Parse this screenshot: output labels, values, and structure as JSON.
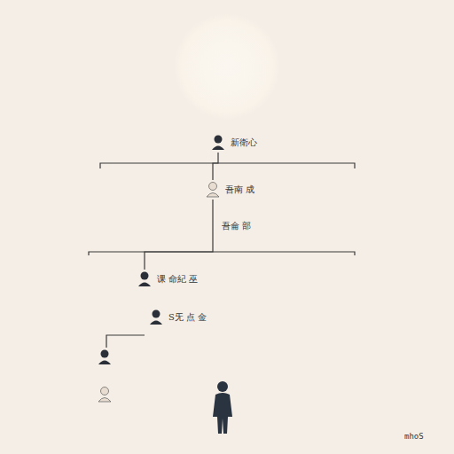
{
  "diagram": {
    "nodes": [
      {
        "text": [
          "新衛心"
        ]
      },
      {
        "text": [
          "吾南 成"
        ]
      },
      {
        "text": [
          "课 命紀 巫"
        ]
      },
      {
        "text": [
          "S旡 点 金"
        ]
      }
    ],
    "edges": [
      {
        "from": 0,
        "to": 1,
        "arrow": "none"
      },
      {
        "from": 1,
        "to": 2,
        "label": "吾侖 部",
        "arrow": "none"
      }
    ],
    "labels": [
      "mhoS"
    ]
  }
}
